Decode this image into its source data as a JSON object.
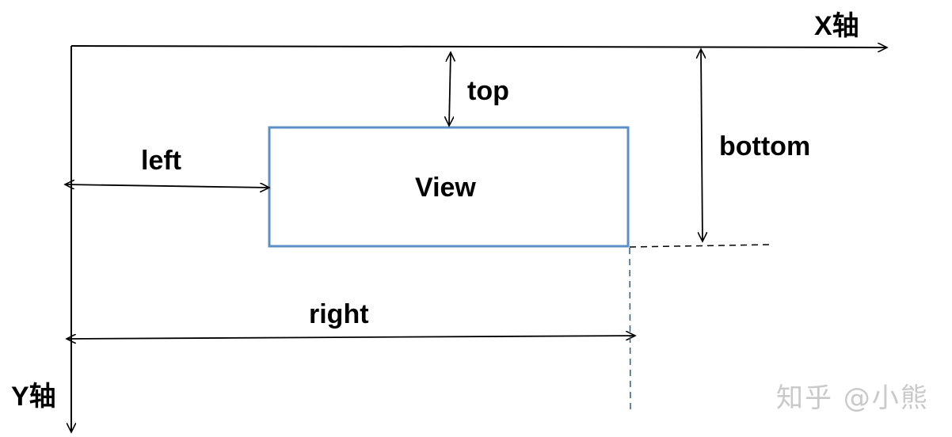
{
  "axes": {
    "x_label": "X轴",
    "y_label": "Y轴"
  },
  "view": {
    "label": "View"
  },
  "dimensions": {
    "top": "top",
    "bottom": "bottom",
    "left": "left",
    "right": "right"
  },
  "watermark": {
    "text": "知乎 @小熊"
  },
  "colors": {
    "view_border": "#5b8fc7",
    "line": "#000000",
    "dashed": "#2f5d8a",
    "watermark": "#c9c9c9"
  }
}
